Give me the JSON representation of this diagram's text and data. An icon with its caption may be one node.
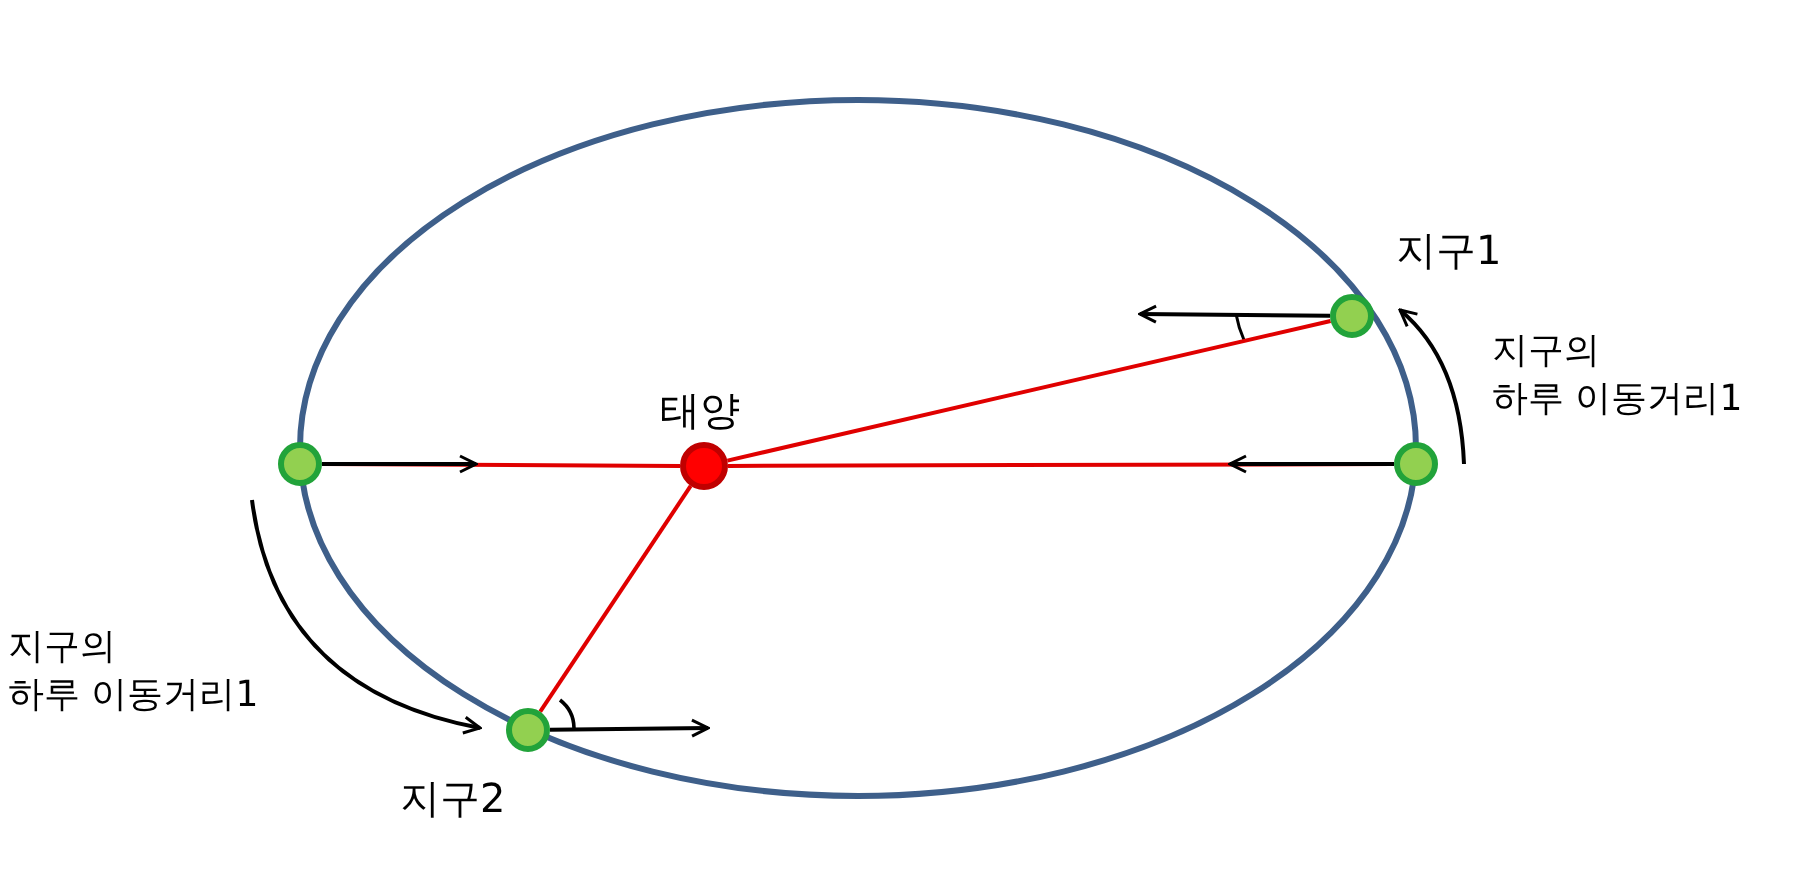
{
  "diagram": {
    "nodes": [
      {
        "text": [
          "지구1"
        ]
      },
      {
        "text": [
          "태양"
        ]
      },
      {
        "text": [],
        "shape": "circle"
      },
      {
        "text": [],
        "shape": "circle"
      },
      {
        "text": [
          "지구2"
        ]
      }
    ],
    "edges": [
      {
        "from": 1,
        "to": 0,
        "arrow": "none",
        "color": "#e00000"
      },
      {
        "from": 1,
        "to": 2,
        "arrow": "none",
        "color": "#e00000"
      },
      {
        "from": 1,
        "to": 3,
        "arrow": "none",
        "color": "#e00000"
      },
      {
        "from": 1,
        "to": 4,
        "arrow": "none",
        "color": "#e00000"
      },
      {
        "from": 0,
        "to": null,
        "arrow": "to"
      },
      {
        "from": 3,
        "to": null,
        "arrow": "to"
      },
      {
        "from": 2,
        "to": null,
        "arrow": "to"
      },
      {
        "from": 4,
        "to": null,
        "arrow": "to"
      },
      {
        "from": 3,
        "to": 0,
        "arrow": "to",
        "label": "지구의 하루 이동거리1"
      },
      {
        "from": 2,
        "to": 4,
        "arrow": "to",
        "label": "지구의 하루 이동거리1"
      }
    ]
  }
}
